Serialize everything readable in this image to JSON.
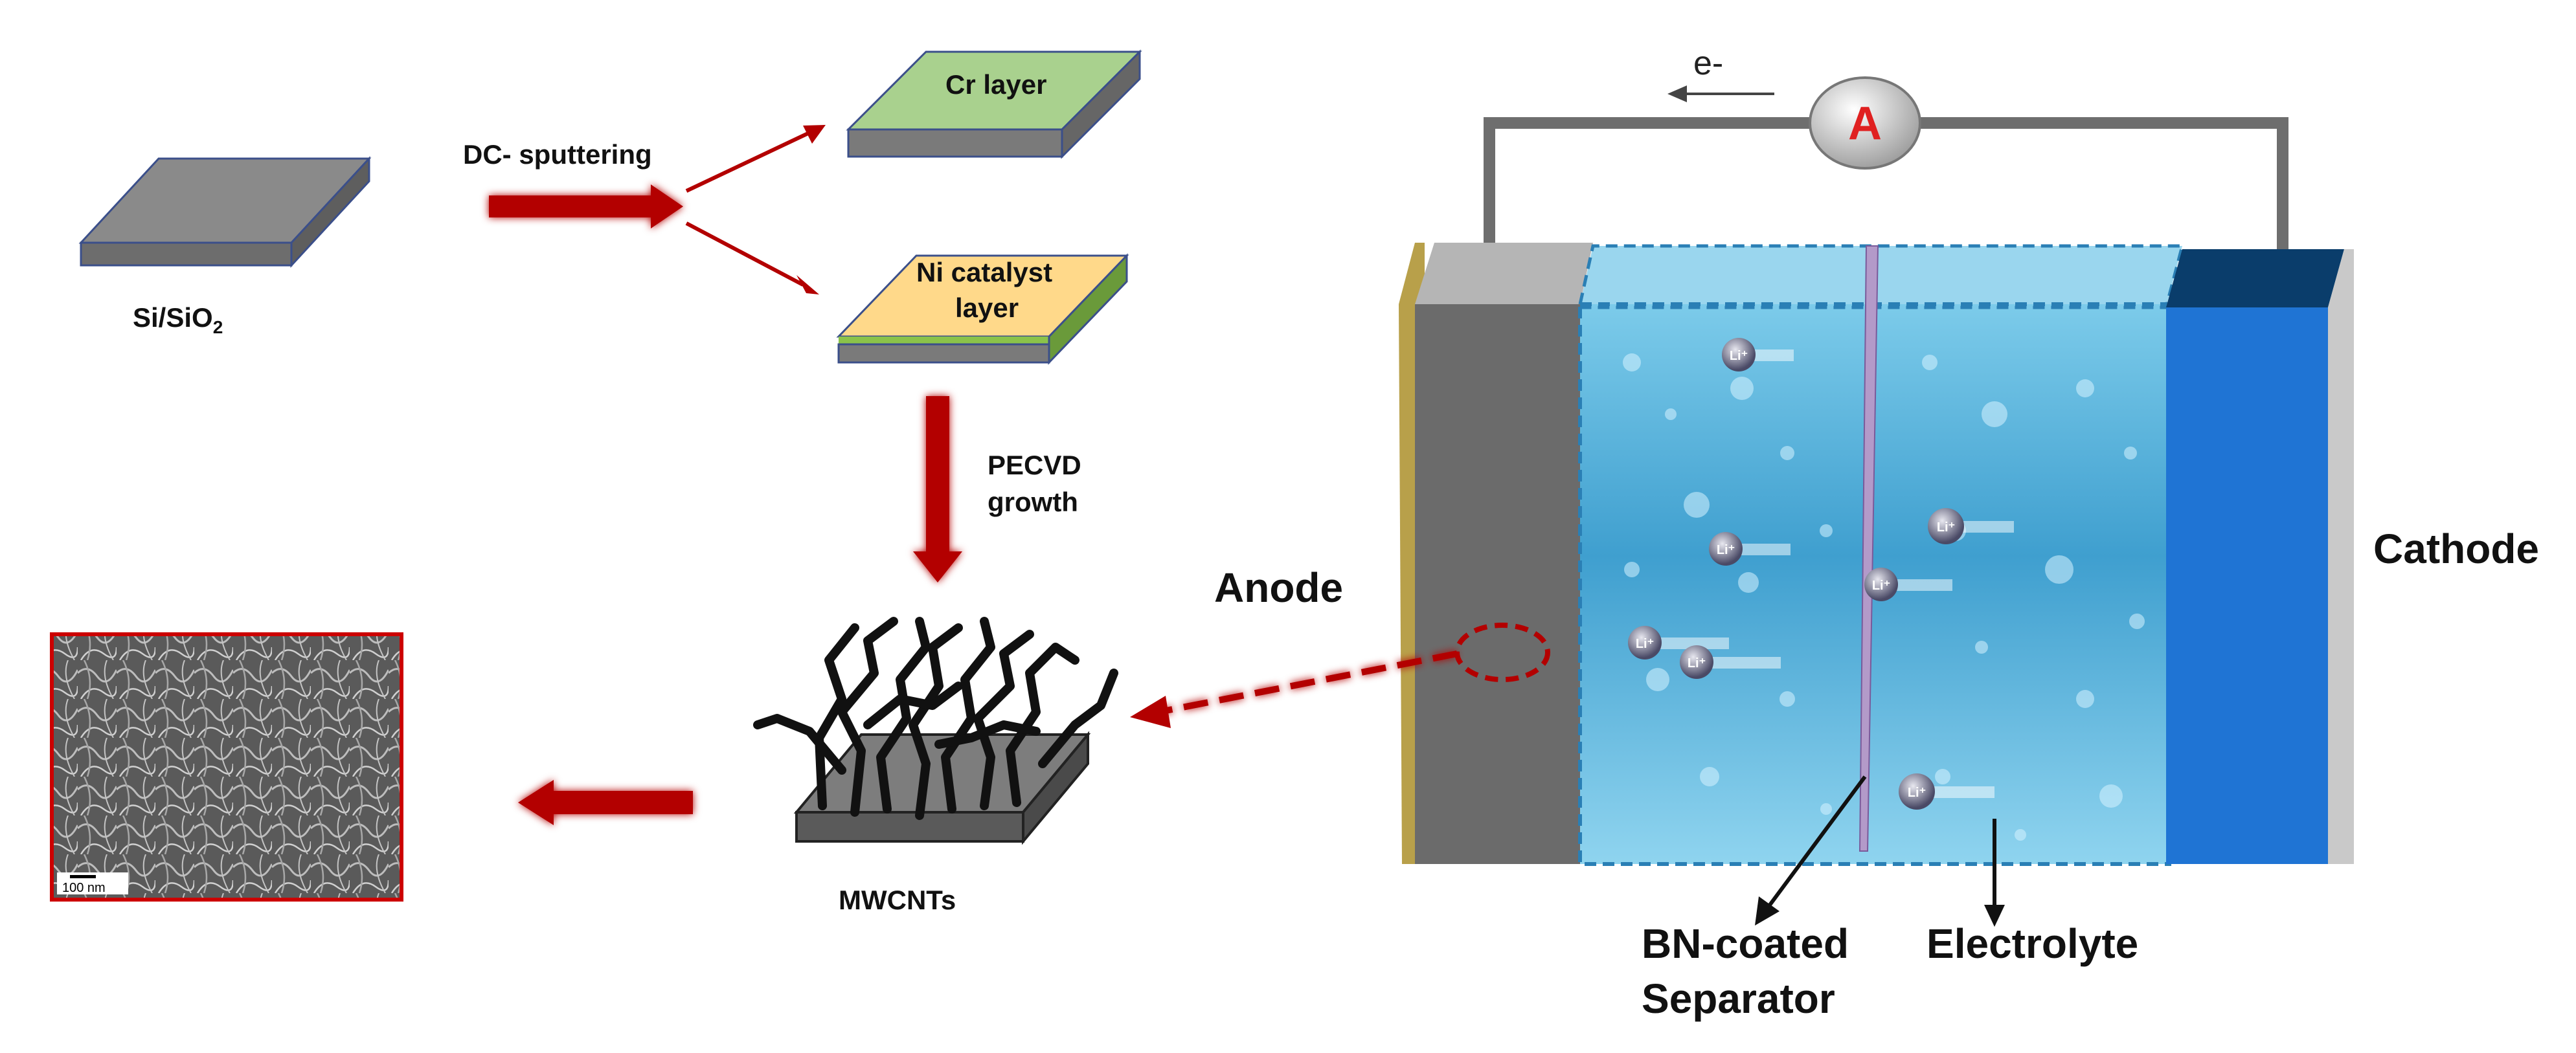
{
  "labels": {
    "substrate": "Si/SiO",
    "substrate_sub": "2",
    "sputtering": "DC- sputtering",
    "cr_layer": "Cr layer",
    "ni_line1": "Ni catalyst",
    "ni_line2": "layer",
    "pecvd_line1": "PECVD",
    "pecvd_line2": "growth",
    "mwcnts": "MWCNTs",
    "scale_bar": "100 nm",
    "electron": "e-",
    "ammeter": "A",
    "anode": "Anode",
    "cathode": "Cathode",
    "separator_line1": "BN-coated",
    "separator_line2": "Separator",
    "electrolyte": "Electrolyte",
    "li_ion": "Li⁺"
  },
  "colors": {
    "arrow_red": "#b30000",
    "cr_green": "#a9d18e",
    "ni_orange": "#ffd98a",
    "substrate_gray": "#8a8a8a",
    "anode_gray": "#6b6b6b",
    "cathode_blue": "#1f74d4",
    "cathode_dark": "#0a3d6b",
    "electrolyte_blue": "#5ab8e0",
    "gold": "#b8a04a",
    "sem_border": "#cc0000"
  }
}
